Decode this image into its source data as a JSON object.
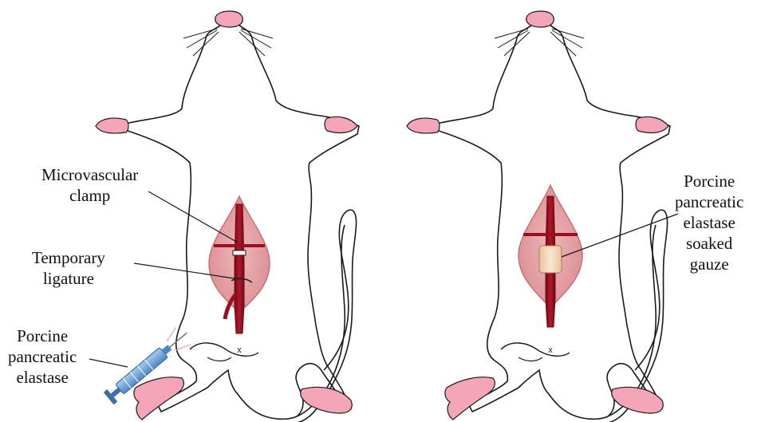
{
  "panels": [
    {
      "id": "left",
      "labels": {
        "clamp": "Microvascular clamp",
        "ligature": "Temporary ligature",
        "elastase": "Porcine pancreatic elastase"
      },
      "lines": {
        "clamp": [
          "Microvascular",
          "clamp"
        ],
        "ligature": [
          "Temporary",
          "ligature"
        ],
        "elastase": [
          "Porcine",
          "pancreatic",
          "elastase"
        ]
      }
    },
    {
      "id": "right",
      "labels": {
        "gauze": "Porcine pancreatic elastase soaked gauze"
      },
      "lines": {
        "gauze": [
          "Porcine",
          "pancreatic",
          "elastase",
          "soaked",
          "gauze"
        ]
      }
    }
  ],
  "marks": {
    "anus_mark": "x"
  },
  "colors": {
    "outline": "#1a1a1a",
    "skin_pink": "#f4a6b8",
    "incision_fill": "#e7a0a3",
    "incision_edge": "#c86a70",
    "aorta": "#9b1020",
    "aorta_dark": "#6e0a16",
    "gauze": "#f6dcc0",
    "syringe_blue": "#7fb2e0",
    "syringe_dark": "#3a6fa8"
  }
}
